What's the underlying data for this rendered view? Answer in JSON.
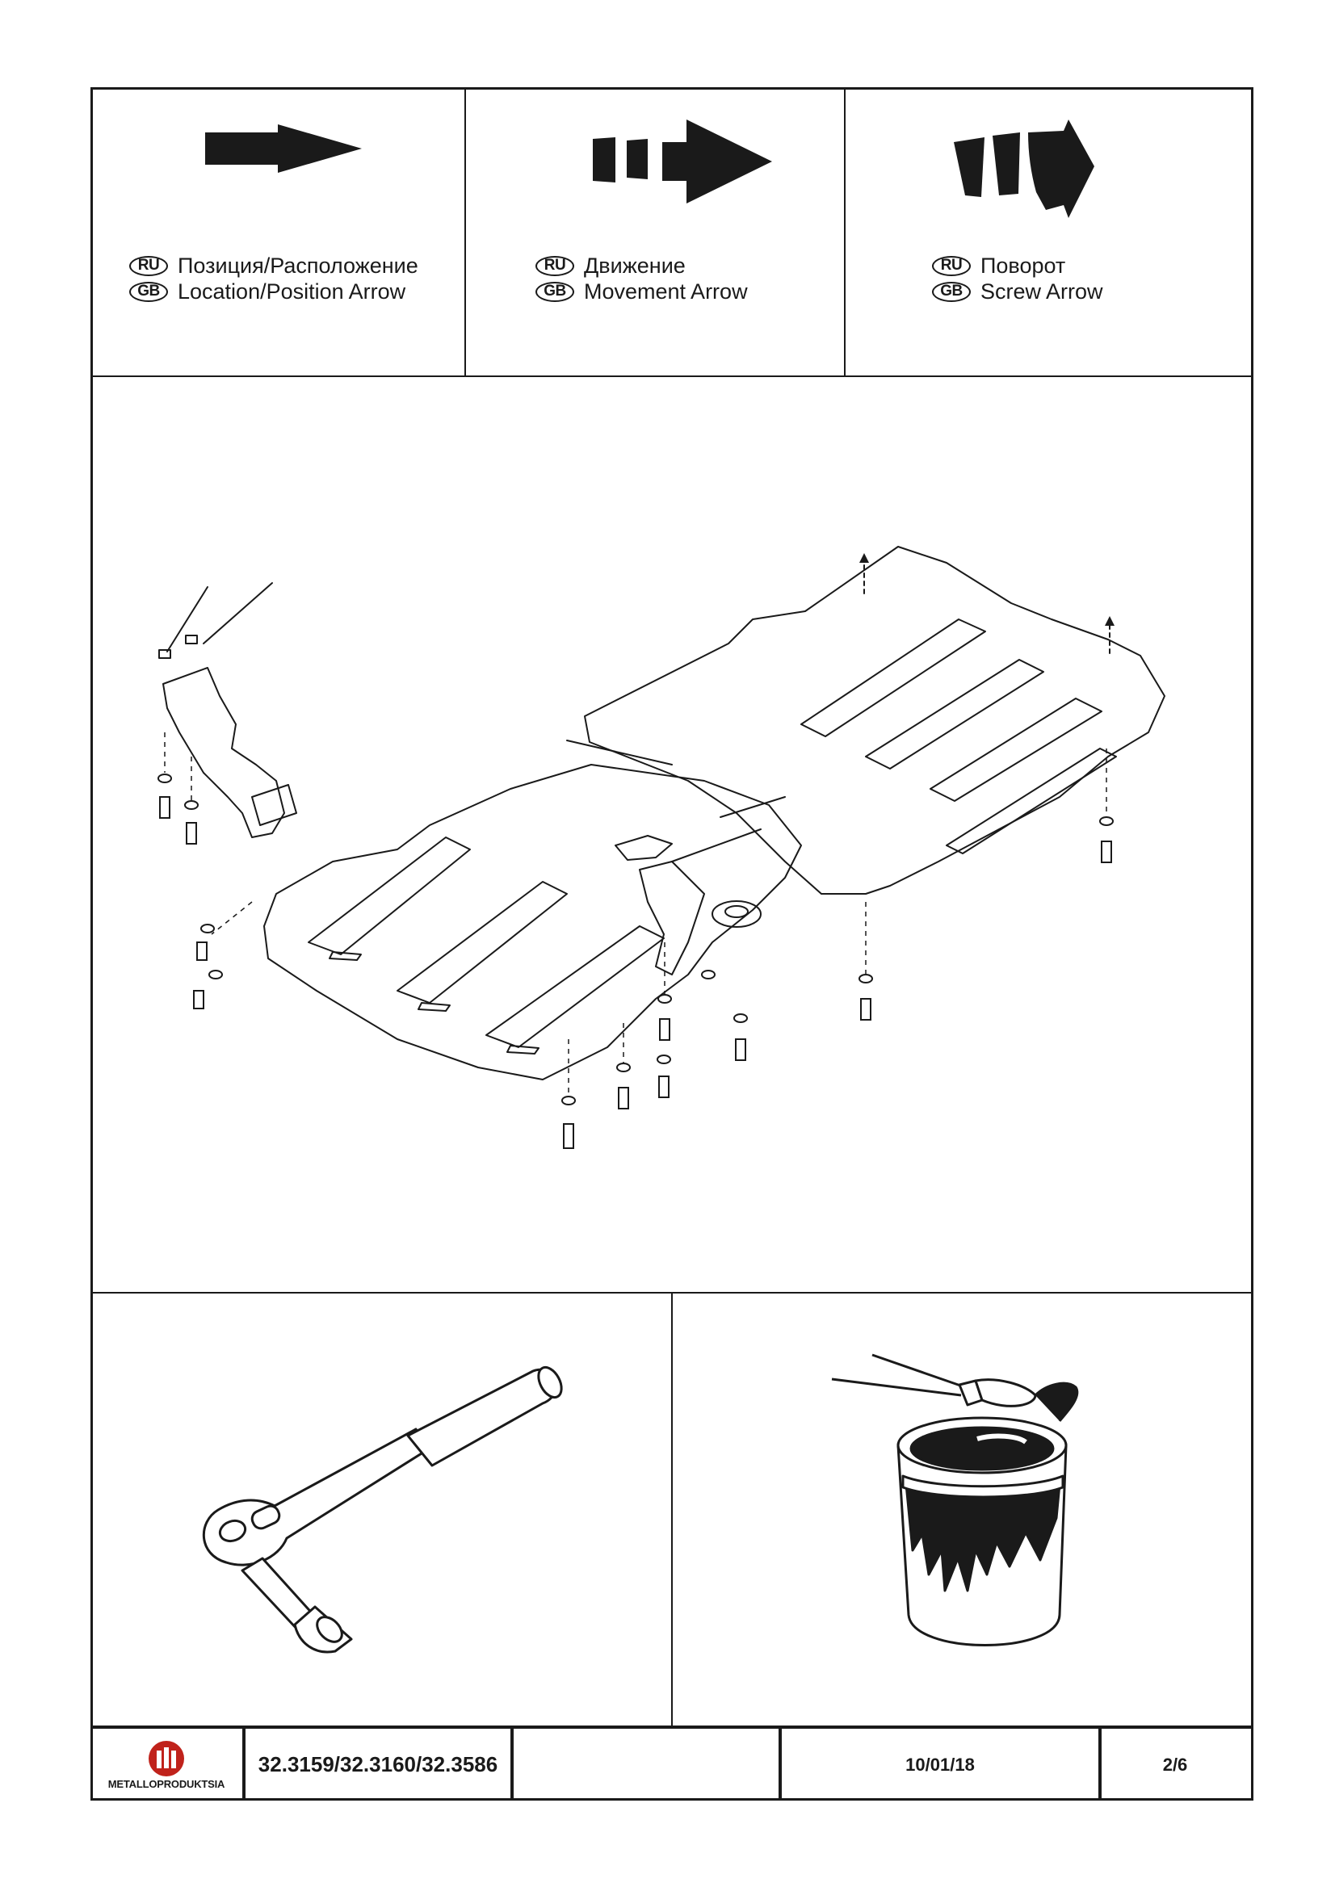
{
  "legend": {
    "location": {
      "ru_badge": "RU",
      "gb_badge": "GB",
      "ru": "Позиция/Расположение",
      "gb": "Location/Position Arrow",
      "icon": "solid-arrow-icon"
    },
    "movement": {
      "ru_badge": "RU",
      "gb_badge": "GB",
      "ru": "Движение",
      "gb": "Movement Arrow",
      "icon": "dashed-arrow-icon"
    },
    "screw": {
      "ru_badge": "RU",
      "gb_badge": "GB",
      "ru": "Поворот",
      "gb": "Screw Arrow",
      "icon": "curved-arrow-icon"
    }
  },
  "illustrations": {
    "main": "skid-plate-exploded-diagram",
    "tool": "ratchet-wrench-icon",
    "finish": "paint-brush-and-can-icon"
  },
  "footer": {
    "brand": "METALLOPRODUKTSIA",
    "code": "32.3159/32.3160/32.3586",
    "empty": "",
    "date": "10/01/18",
    "page": "2/6"
  },
  "colors": {
    "ink": "#1a1a1a",
    "brand_red": "#c0221b",
    "paper": "#ffffff"
  }
}
